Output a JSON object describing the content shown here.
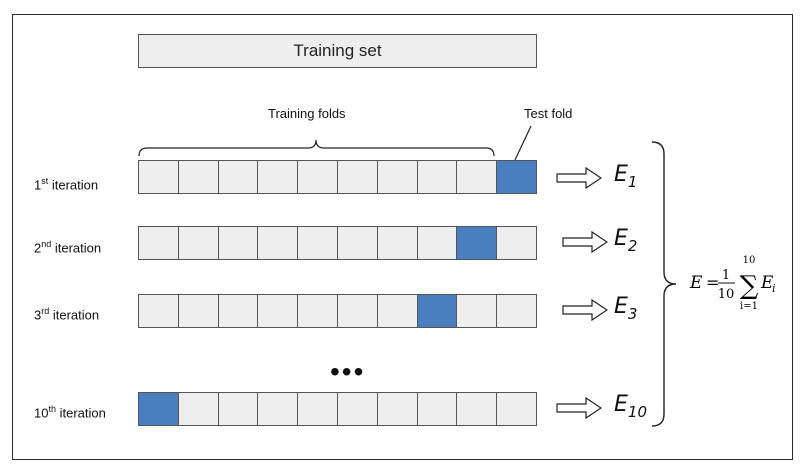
{
  "training_set_label": "Training set",
  "training_folds_label": "Training folds",
  "test_fold_label": "Test fold",
  "ellipsis": "•••",
  "fold_color": "#eeeeee",
  "test_color": "#4a7fbf",
  "folds_per_row": 10,
  "iterations": [
    {
      "num": "1",
      "sup": "st",
      "suffix": " iteration",
      "test_index": 9,
      "error_symbol": "E",
      "error_sub": "1"
    },
    {
      "num": "2",
      "sup": "nd",
      "suffix": " iteration",
      "test_index": 8,
      "error_symbol": "E",
      "error_sub": "2"
    },
    {
      "num": "3",
      "sup": "rd",
      "suffix": " iteration",
      "test_index": 7,
      "error_symbol": "E",
      "error_sub": "3"
    },
    {
      "num": "10",
      "sup": "th",
      "suffix": " iteration",
      "test_index": 0,
      "error_symbol": "E",
      "error_sub": "10"
    }
  ],
  "formula": {
    "lhs": "E",
    "equals": "=",
    "numerator": "1",
    "denominator": "10",
    "sum_upper": "10",
    "sum_lower": "i=1",
    "term": "E",
    "term_sub": "i"
  }
}
